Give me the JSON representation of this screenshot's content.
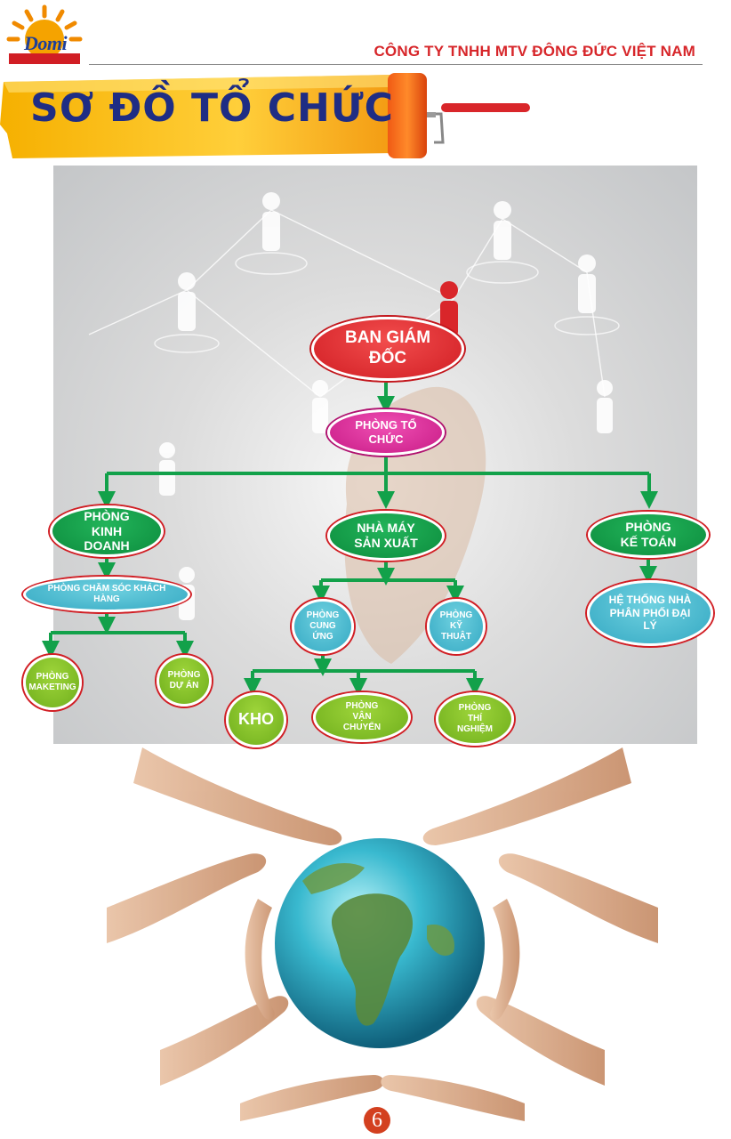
{
  "header": {
    "logo_text": "Domi",
    "company": "CÔNG TY TNHH MTV ĐÔNG ĐỨC VIỆT NAM",
    "title": "SƠ ĐỒ TỔ CHỨC"
  },
  "org": {
    "board": "BAN GIÁM ĐỐC",
    "organization": "PHÒNG TỔ CHỨC",
    "sales": "PHÒNG KINH DOANH",
    "factory": "NHÀ MÁY SẢN XUẤT",
    "accounting": "PHÒNG KẾ TOÁN",
    "customer_care": "PHÒNG CHĂM SÓC KHÁCH HÀNG",
    "marketing": "PHÒNG MAKETING",
    "projects": "PHÒNG DỰ ÁN",
    "supply": "PHÒNG CUNG ỨNG",
    "technical": "PHÒNG KỸ THUẬT",
    "distribution": "HỆ THỐNG NHÀ PHÂN PHỐI ĐẠI LÝ",
    "warehouse": "KHO",
    "transport": "PHÒNG VẬN CHUYỂN",
    "testing": "PHÒNG THÍ NGHIỆM"
  },
  "colors": {
    "accent_red": "#d11e24",
    "title_blue": "#1f2d84",
    "connector_green": "#12a14a"
  },
  "footer": {
    "page_number": "6"
  }
}
